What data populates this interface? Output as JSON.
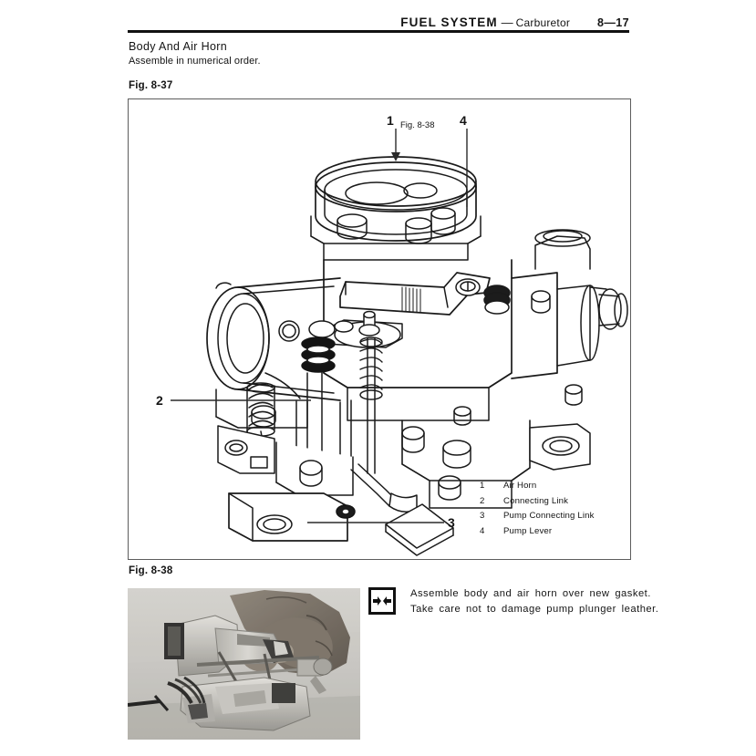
{
  "header": {
    "section": "FUEL SYSTEM",
    "dash": "—",
    "subject": "Carburetor",
    "page_number": "8—17"
  },
  "section": {
    "title": "Body And Air Horn",
    "instruction": "Assemble in numerical order."
  },
  "figures": {
    "fig37": {
      "caption": "Fig. 8-37",
      "callouts": [
        {
          "number": "1",
          "note": "Fig. 8-38"
        },
        {
          "number": "2",
          "note": ""
        },
        {
          "number": "3",
          "note": ""
        },
        {
          "number": "4",
          "note": ""
        }
      ],
      "legend": [
        {
          "num": "1",
          "label": "Air Horn"
        },
        {
          "num": "2",
          "label": "Connecting Link"
        },
        {
          "num": "3",
          "label": "Pump Connecting Link"
        },
        {
          "num": "4",
          "label": "Pump Lever"
        }
      ]
    },
    "fig38": {
      "caption": "Fig. 8-38",
      "photo_alt": "Hand assembling carburetor body and air horn"
    }
  },
  "note": {
    "icon": "arrows-inward-icon",
    "line1": "Assemble body and air horn over new gasket.",
    "line2": "Take care not to damage pump plunger leather."
  },
  "colors": {
    "ink": "#141414",
    "rule": "#111111",
    "frame": "#5d5d5d",
    "page": "#ffffff"
  }
}
